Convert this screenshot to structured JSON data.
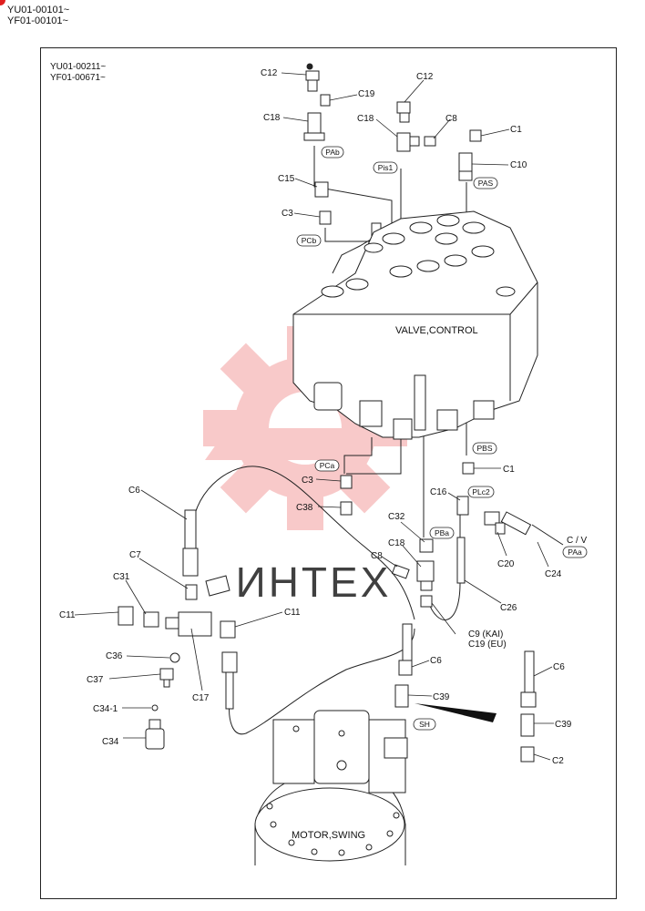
{
  "header": {
    "line1": "YU01-00101~",
    "line2": "YF01-00101~"
  },
  "frame": {
    "serial_line1": "YU01-00211~",
    "serial_line2": "YF01-00671~"
  },
  "watermark": "ИНТЕХ",
  "assemblies": {
    "valve": "VALVE,CONTROL",
    "motor": "MOTOR,SWING"
  },
  "annotations": {
    "cv": "C / V",
    "kai": "C9  (KAI)",
    "eu": "C19 (EU)"
  },
  "ports": {
    "pab": "PAb",
    "pis1": "Pis1",
    "pas": "PAS",
    "pcb": "PCb",
    "pca": "PCa",
    "pbs": "PBS",
    "plc2": "PLc2",
    "pba": "PBa",
    "paa": "PAa",
    "sh": "SH"
  },
  "parts": {
    "c12_left": "C12",
    "c19": "C19",
    "c18_left": "C18",
    "c12_mid": "C12",
    "c18_mid": "C18",
    "c8_top": "C8",
    "c1_top": "C1",
    "c10": "C10",
    "c15": "C15",
    "c3_top": "C3",
    "c3_mid": "C3",
    "c38": "C38",
    "c1_right": "C1",
    "c16": "C16",
    "c6_left": "C6",
    "c7": "C7",
    "c31": "C31",
    "c11_left": "C11",
    "c11_mid": "C11",
    "c32": "C32",
    "c18_low": "C18",
    "c8_low": "C8",
    "c20": "C20",
    "c24": "C24",
    "c26": "C26",
    "c36": "C36",
    "c37": "C37",
    "c17": "C17",
    "c34_1": "C34-1",
    "c34": "C34",
    "c6_mid": "C6",
    "c39_mid": "C39",
    "c6_right": "C6",
    "c39_right": "C39",
    "c2": "C2"
  },
  "colors": {
    "ink": "#111111",
    "watermark": "#f08a8a",
    "watermark_text": "#c8c8c8",
    "badge": "#e02020"
  }
}
